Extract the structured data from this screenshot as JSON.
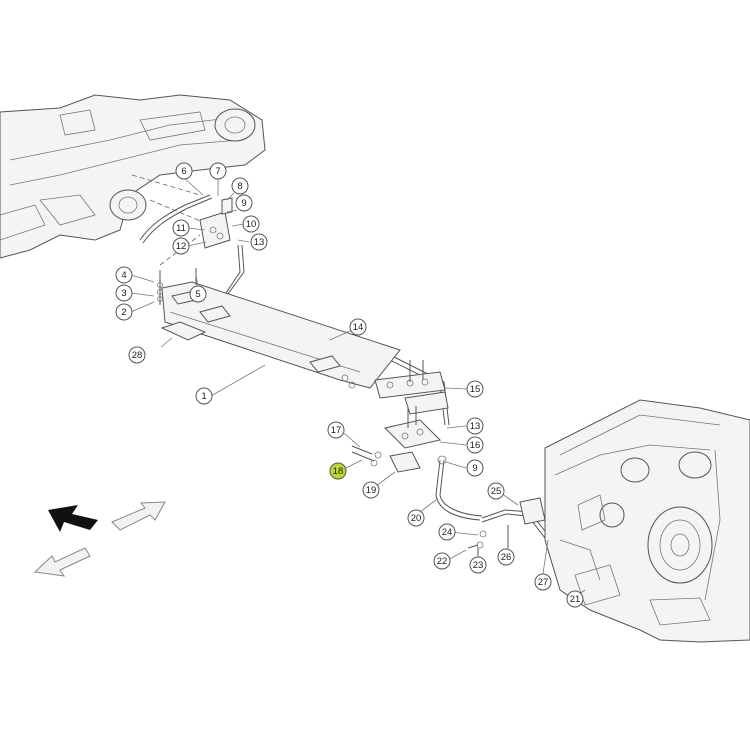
{
  "callouts": [
    {
      "label": "1"
    },
    {
      "label": "2"
    },
    {
      "label": "3"
    },
    {
      "label": "4"
    },
    {
      "label": "5"
    },
    {
      "label": "6"
    },
    {
      "label": "7"
    },
    {
      "label": "8"
    },
    {
      "label": "9"
    },
    {
      "label": "10"
    },
    {
      "label": "11"
    },
    {
      "label": "12"
    },
    {
      "label": "13"
    },
    {
      "label": "14"
    },
    {
      "label": "15"
    },
    {
      "label": "13"
    },
    {
      "label": "16"
    },
    {
      "label": "17"
    },
    {
      "label": "18"
    },
    {
      "label": "9"
    },
    {
      "label": "19"
    },
    {
      "label": "20"
    },
    {
      "label": "25"
    },
    {
      "label": "24"
    },
    {
      "label": "26"
    },
    {
      "label": "22"
    },
    {
      "label": "23"
    },
    {
      "label": "27"
    },
    {
      "label": "21"
    },
    {
      "label": "28"
    }
  ],
  "highlighted_callout": "18",
  "colors": {
    "highlight": "#b9dc2a",
    "line": "#555555",
    "background": "#ffffff"
  },
  "icons": [
    "direction-arrow-forward-dark-icon",
    "direction-arrow-forward-light-icon",
    "direction-arrow-back-light-icon"
  ]
}
